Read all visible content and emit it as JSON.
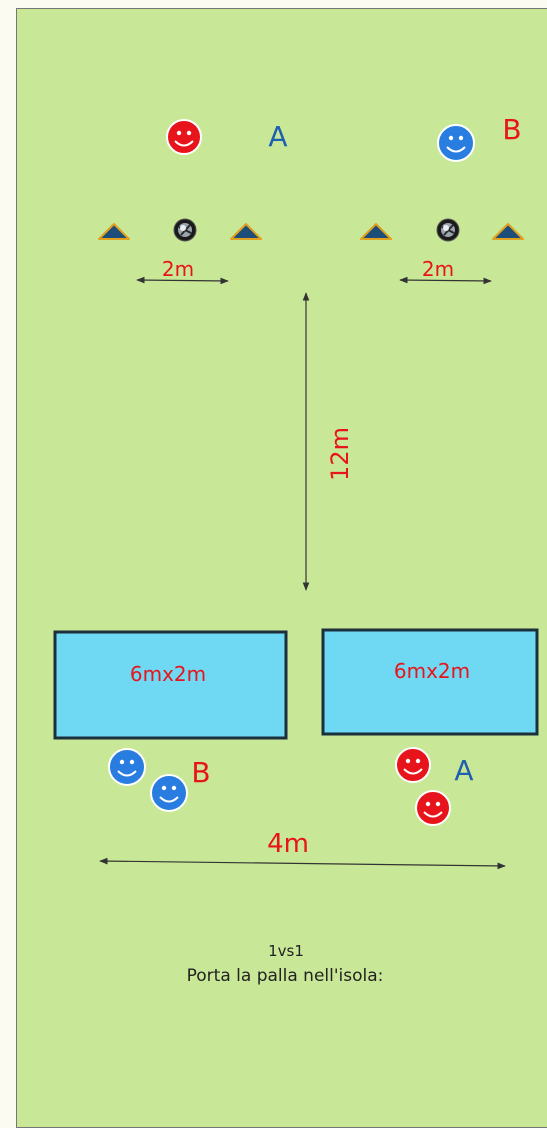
{
  "colors": {
    "field": "#c9e897",
    "island": "#6fd8f2",
    "red_player": "#e8141b",
    "blue_player": "#2a7de0",
    "cone": "#1d4e7a",
    "cone_outline": "#e0a020",
    "label_red": "#e8141b",
    "label_blue": "#1f5fb0"
  },
  "top": {
    "team_a_label": "A",
    "team_b_label": "B",
    "left_distance": "2m",
    "right_distance": "2m"
  },
  "vertical_distance": "12m",
  "islands": {
    "left_label": "6mx2m",
    "right_label": "6mx2m"
  },
  "bottom": {
    "team_b_label": "B",
    "team_a_label": "A",
    "width_distance": "4m"
  },
  "caption": {
    "line1": "1vs1",
    "line2": "Porta la palla nell'isola:"
  },
  "icons": {
    "player": "smiley-face-icon",
    "ball": "soccer-ball-icon",
    "cone": "cone-icon"
  }
}
